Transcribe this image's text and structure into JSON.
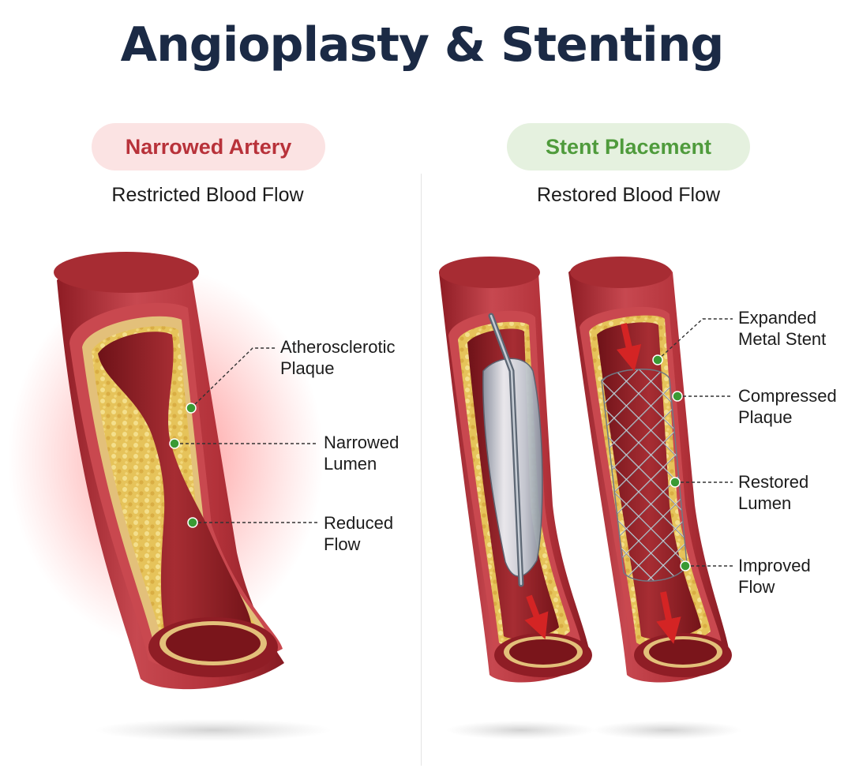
{
  "title": "Angioplasty & Stenting",
  "left_panel": {
    "badge": "Narrowed Artery",
    "subtitle": "Restricted Blood Flow",
    "callouts": [
      {
        "line1": "Atherosclerotic",
        "line2": "Plaque"
      },
      {
        "line1": "Narrowed",
        "line2": "Lumen"
      },
      {
        "line1": "Reduced",
        "line2": "Flow"
      }
    ]
  },
  "right_panel": {
    "badge": "Stent Placement",
    "subtitle": "Restored Blood Flow",
    "callouts": [
      {
        "line1": "Expanded",
        "line2": "Metal Stent"
      },
      {
        "line1": "Compressed",
        "line2": "Plaque"
      },
      {
        "line1": "Restored",
        "line2": "Lumen"
      },
      {
        "line1": "Improved",
        "line2": "Flow"
      }
    ]
  },
  "colors": {
    "title": "#1b2a45",
    "narrowed_accent": "#b8323a",
    "stent_accent": "#4f9b3c",
    "artery_wall": "#b2333b",
    "plaque": "#e6c35a",
    "callout_dot": "#3a9a34",
    "flow_arrow": "#d42424"
  }
}
